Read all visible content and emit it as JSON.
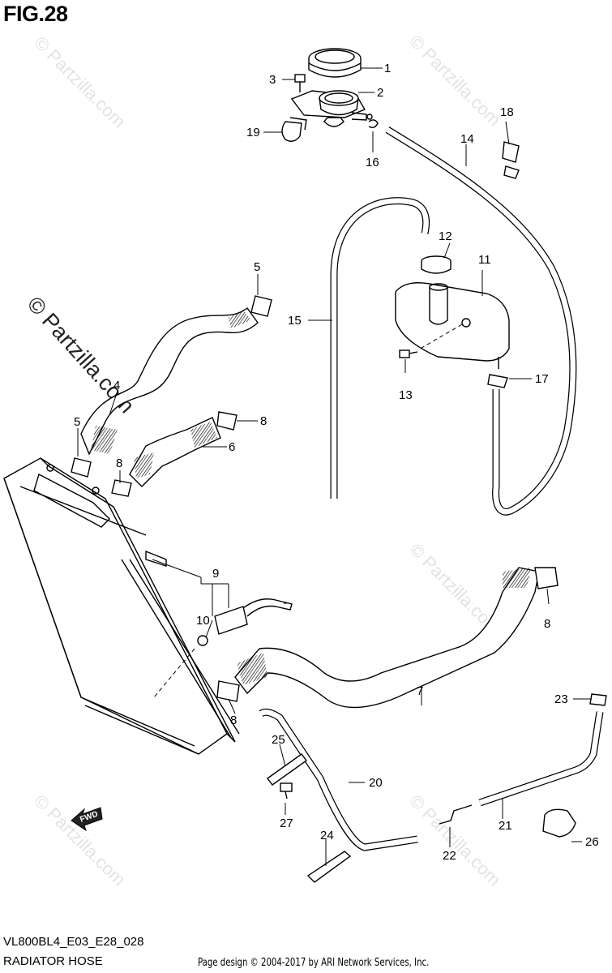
{
  "figure": {
    "title": "FIG.28",
    "code": "VL800BL4_E03_E28_028",
    "subtitle": "RADIATOR HOSE",
    "credit": "Page design © 2004-2017 by ARI Network Services, Inc."
  },
  "watermark": {
    "main": "© Partzilla.com",
    "repeat": "© Partzilla.com"
  },
  "forward_label": "FWD",
  "callouts": [
    "1",
    "2",
    "3",
    "4",
    "5",
    "5",
    "6",
    "7",
    "8",
    "8",
    "8",
    "8",
    "9",
    "10",
    "11",
    "12",
    "13",
    "14",
    "15",
    "16",
    "17",
    "18",
    "19",
    "20",
    "21",
    "22",
    "23",
    "24",
    "25",
    "26",
    "27"
  ]
}
